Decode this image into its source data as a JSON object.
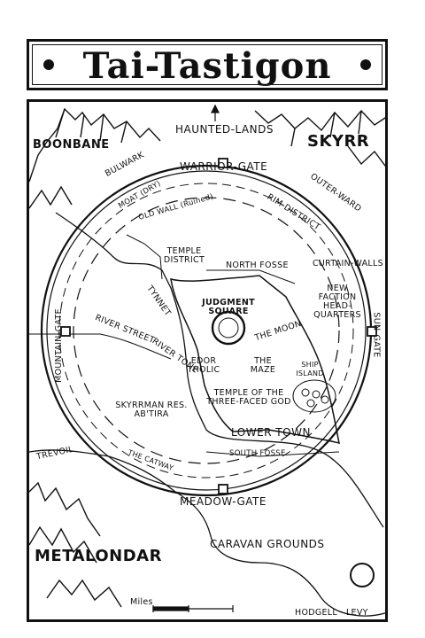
{
  "title": "Tai-Tastigon",
  "labels": {
    "haunted_lands": "HAUNTED-LANDS",
    "boonbane": "BOONBANE",
    "skyrr": "SKYRR",
    "bulwark": "BULWARK",
    "warrior_gate": "WARRIOR-GATE",
    "outer_ward": "OUTER-WARD",
    "moat": "MOAT (DRY)",
    "old_wall": "OLD WALL (Ruined)",
    "rim_district": "RIM-DISTRICT",
    "temple_district": "TEMPLE DISTRICT",
    "north_fosse": "NORTH FOSSE",
    "curtain_walls": "CURTAIN-WALLS",
    "new_faction_hq": "NEW FACTION HEAD-QUARTERS",
    "tynnet": "TYNNET",
    "judgment_square": "JUDGMENT SQUARE",
    "the_moon": "THE MOON",
    "mountain_gate": "MOUNTAIN-GATE",
    "sun_gate": "SUN-GATE",
    "river_street": "RIVER STREET",
    "river_tone": "RIVER TONE",
    "edor_tholic": "EDOR THOLIC",
    "the_maze": "THE MAZE",
    "ship_island": "SHIP ISLAND",
    "skyrrman_res": "SKYRRMAN RES. AB'TIRA",
    "temple_three_faced": "TEMPLE OF THE THREE-FACED GOD",
    "lower_town": "LOWER TOWN",
    "trevoil": "TREVOIL",
    "the_catway": "THE CATWAY",
    "south_fosse": "SOUTH FOSSE",
    "meadow_gate": "MEADOW-GATE",
    "caravan_grounds": "CARAVAN GROUNDS",
    "metalondar": "METALONDAR",
    "miles": "Miles",
    "credit": "HODGELL · LEVY"
  },
  "icons": [
    "mountain-range-icon",
    "compass-rose-icon",
    "scale-bar-icon",
    "north-arrow-icon"
  ]
}
